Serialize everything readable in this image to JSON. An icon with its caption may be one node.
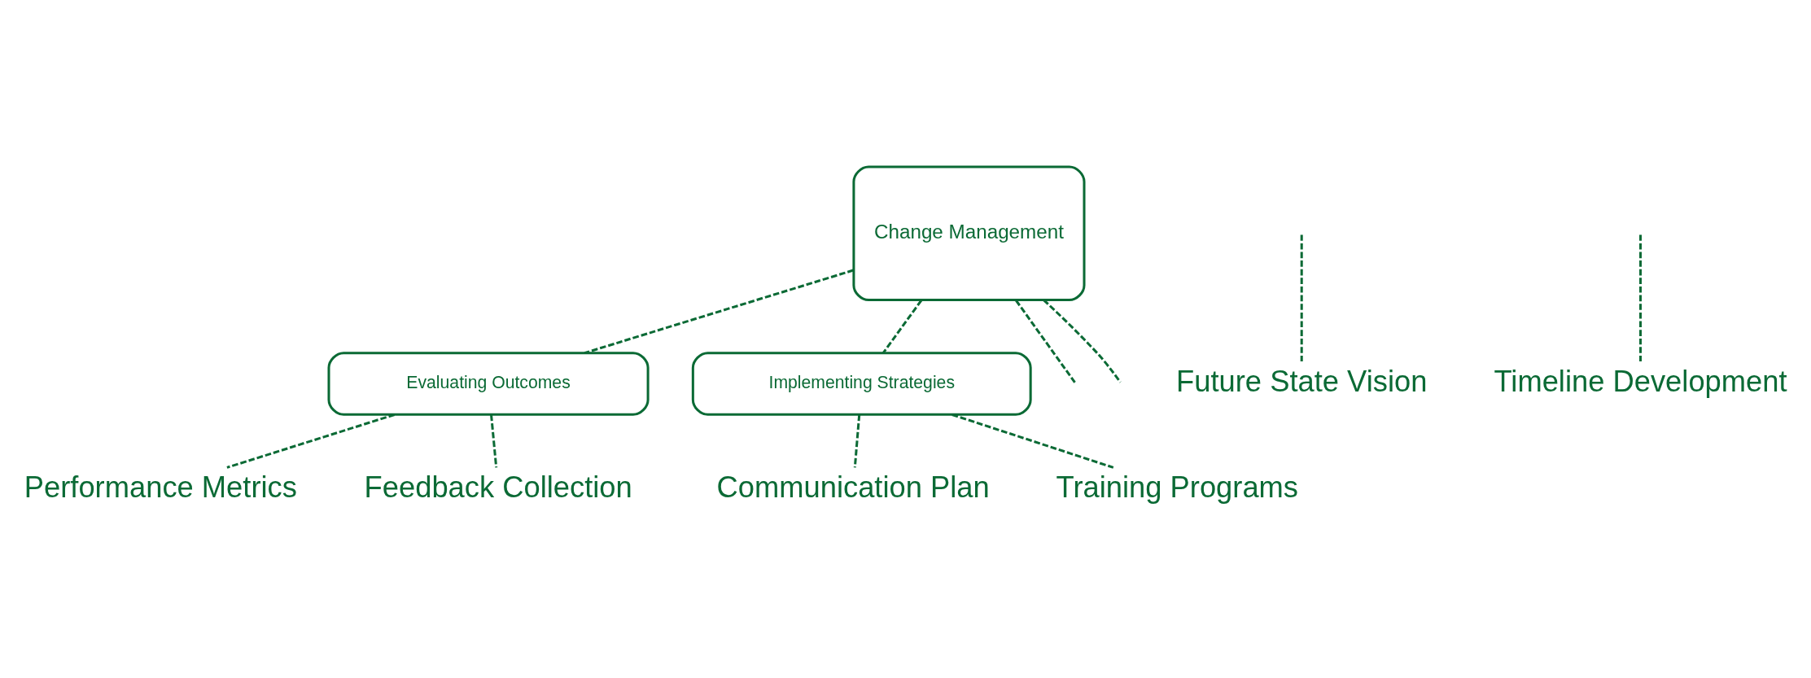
{
  "diagram": {
    "nodes": [
      {
        "text": [
          "Change Management"
        ]
      },
      {
        "text": [
          "Evaluating Outcomes"
        ]
      },
      {
        "text": [
          "Implementing Strategies"
        ]
      },
      {
        "text": [
          "Future State Vision"
        ]
      },
      {
        "text": [
          "Timeline Development"
        ]
      },
      {
        "text": [
          "Performance Metrics"
        ]
      },
      {
        "text": [
          "Feedback Collection"
        ]
      },
      {
        "text": [
          "Communication Plan"
        ]
      },
      {
        "text": [
          "Training Programs"
        ]
      }
    ],
    "edges": [
      {
        "from": 0,
        "to": null,
        "arrow": "none",
        "style": "dashed"
      },
      {
        "from": 0,
        "to": null,
        "arrow": "none",
        "style": "dashed"
      },
      {
        "from": null,
        "to": 3,
        "arrow": "none",
        "style": "dashed"
      },
      {
        "from": null,
        "to": 4,
        "arrow": "none",
        "style": "dashed"
      },
      {
        "from": 0,
        "to": 1,
        "arrow": "none",
        "style": "dashed"
      },
      {
        "from": 0,
        "to": 2,
        "arrow": "none",
        "style": "dashed"
      },
      {
        "from": 1,
        "to": 5,
        "arrow": "none",
        "style": "dashed"
      },
      {
        "from": 1,
        "to": 6,
        "arrow": "none",
        "style": "dashed"
      },
      {
        "from": 2,
        "to": 7,
        "arrow": "none",
        "style": "dashed"
      },
      {
        "from": 2,
        "to": 8,
        "arrow": "none",
        "style": "dashed"
      }
    ]
  }
}
